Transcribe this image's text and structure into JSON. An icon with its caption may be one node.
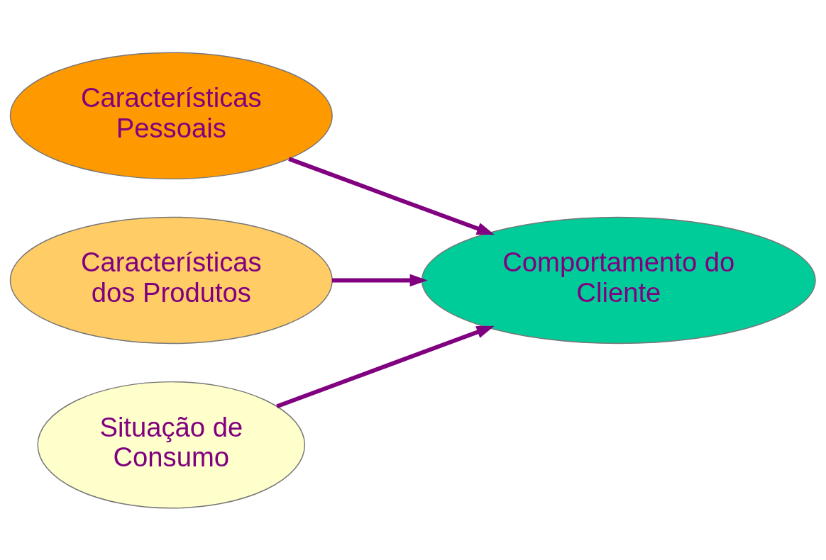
{
  "diagram": {
    "nodes": [
      {
        "text": [
          "Características Pessoais"
        ]
      },
      {
        "text": [
          "Características dos Produtos"
        ]
      },
      {
        "text": [
          "Situação de Consumo"
        ]
      },
      {
        "text": [
          "Comportamento do Cliente"
        ]
      }
    ],
    "edges": [
      {
        "from": 0,
        "to": 3,
        "arrow": "to"
      },
      {
        "from": 1,
        "to": 3,
        "arrow": "to"
      },
      {
        "from": 2,
        "to": 3,
        "arrow": "to"
      }
    ]
  }
}
